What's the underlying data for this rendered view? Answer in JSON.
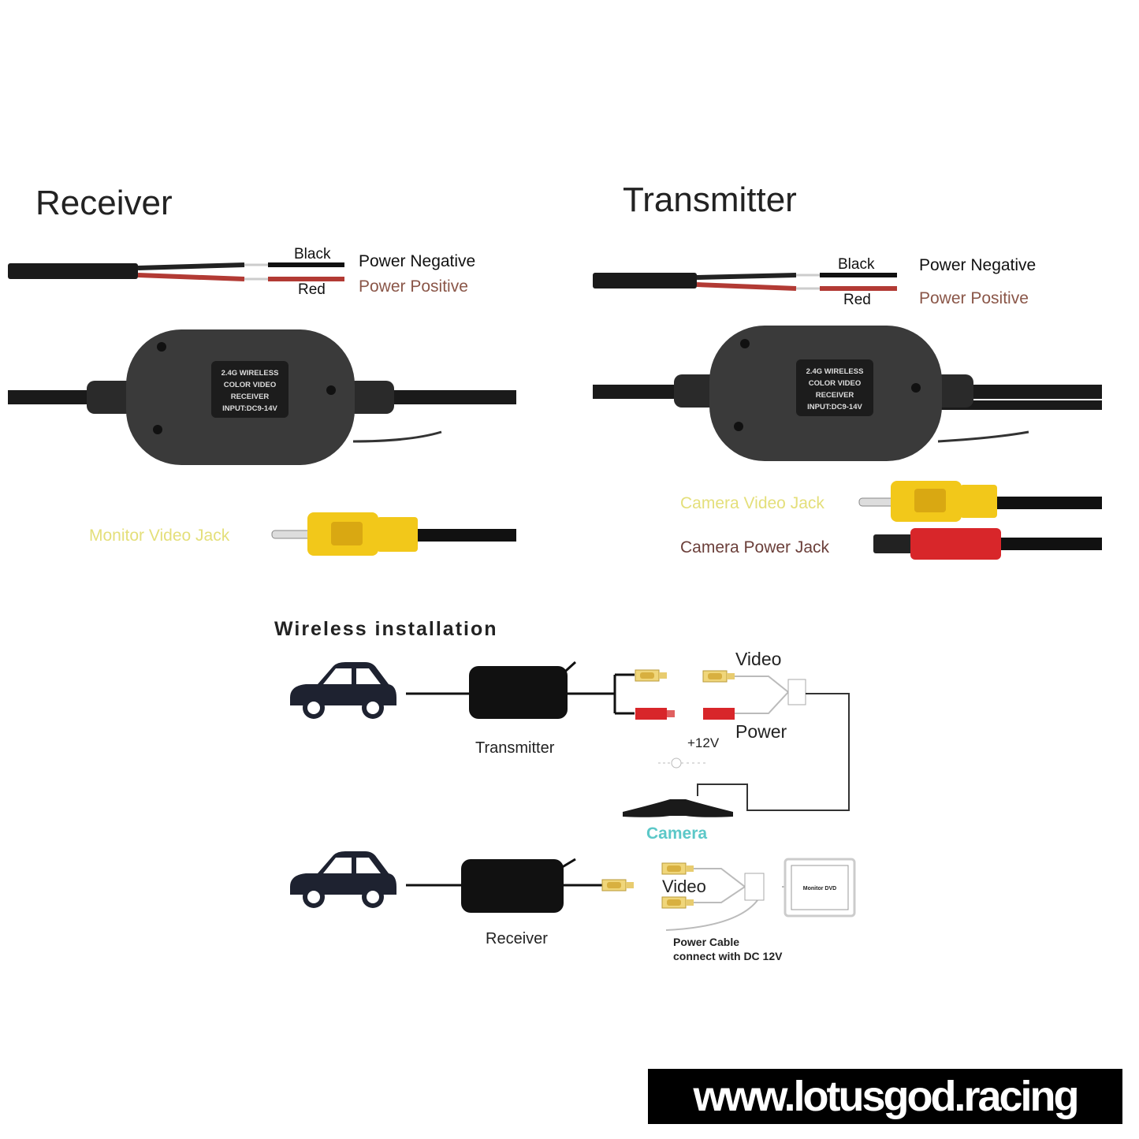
{
  "receiver": {
    "title": "Receiver",
    "wire_black": "Black",
    "wire_red": "Red",
    "power_negative": "Power Negative",
    "power_positive": "Power Positive",
    "plate": [
      "2.4G WIRELESS",
      "COLOR  VIDEO",
      "RECEIVER",
      "INPUT:DC9-14V"
    ],
    "jack_label": "Monitor Video Jack"
  },
  "transmitter": {
    "title": "Transmitter",
    "wire_black": "Black",
    "wire_red": "Red",
    "power_negative": "Power  Negative",
    "power_positive": "Power  Positive",
    "plate": [
      "2.4G WIRELESS",
      "COLOR  VIDEO",
      "RECEIVER",
      "INPUT:DC9-14V"
    ],
    "video_jack_label": "Camera Video Jack",
    "power_jack_label": "Camera Power Jack"
  },
  "installation": {
    "title": "Wireless installation",
    "transmitter_label": "Transmitter",
    "video_label": "Video",
    "power_label": "Power",
    "voltage_label": "+12V",
    "camera_label": "Camera",
    "receiver_label": "Receiver",
    "video_label_2": "Video",
    "monitor_label": "Monitor DVD",
    "power_cable_line1": "Power Cable",
    "power_cable_line2": "connect with DC 12V"
  },
  "watermark": "www.lotusgod.racing",
  "colors": {
    "yellow_text": "#e4df7a",
    "red_text": "#8a5648",
    "camera_text": "#5cc8c8",
    "plug_yellow": "#f2c81a",
    "plug_red": "#d8262a"
  }
}
